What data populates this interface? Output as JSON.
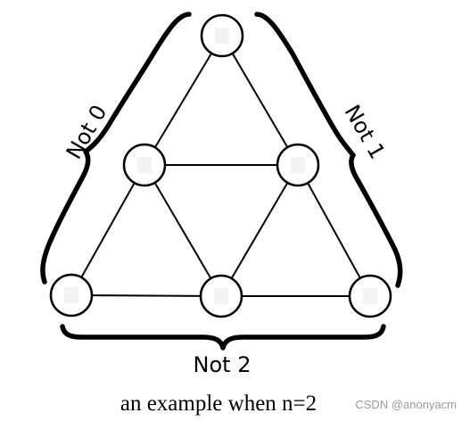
{
  "diagram": {
    "nodes": [
      "top",
      "mid-left",
      "mid-right",
      "bottom-left",
      "bottom-mid",
      "bottom-right"
    ],
    "edges": [
      [
        "top",
        "mid-left"
      ],
      [
        "top",
        "mid-right"
      ],
      [
        "mid-left",
        "mid-right"
      ],
      [
        "mid-left",
        "bottom-left"
      ],
      [
        "mid-left",
        "bottom-mid"
      ],
      [
        "mid-right",
        "bottom-mid"
      ],
      [
        "mid-right",
        "bottom-right"
      ],
      [
        "bottom-left",
        "bottom-mid"
      ],
      [
        "bottom-mid",
        "bottom-right"
      ]
    ],
    "labels": {
      "left": "Not 0",
      "right": "Not 1",
      "bottom": "Not 2"
    },
    "caption": "an example when n=2"
  },
  "watermark": "CSDN @anonyacm"
}
